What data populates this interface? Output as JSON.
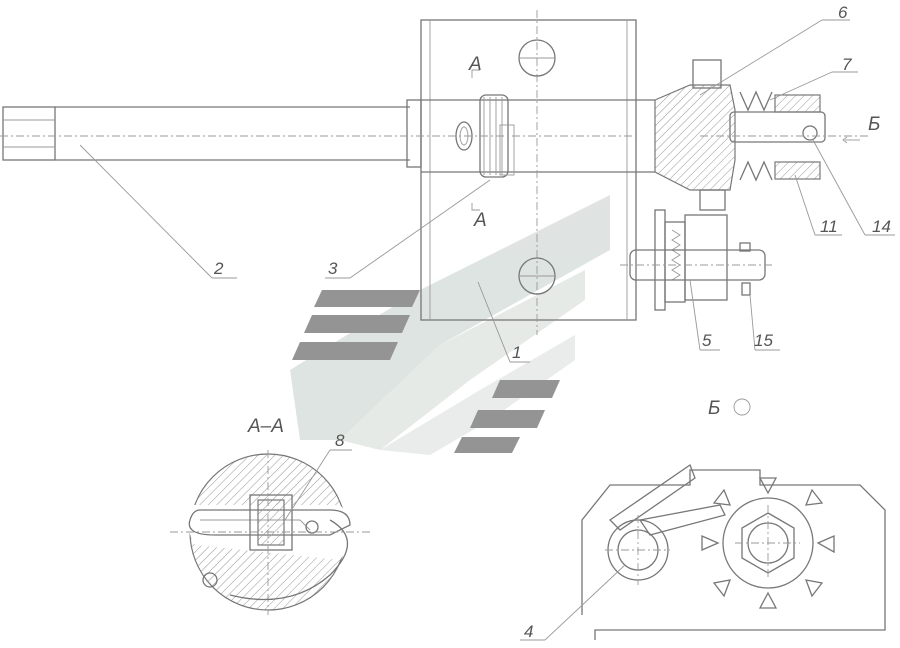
{
  "callouts": {
    "c1": "1",
    "c2": "2",
    "c3": "3",
    "c4": "4",
    "c5": "5",
    "c6": "6",
    "c7": "7",
    "c8": "8",
    "c11": "11",
    "c14": "14",
    "c15": "15"
  },
  "section_marks": {
    "a_top": "A",
    "a_bottom": "A",
    "b_arrow": "Б",
    "section_aa": "A–A",
    "view_b": "Б"
  },
  "colors": {
    "line": "#777777",
    "watermark_light": "#d5dcd8",
    "watermark_dark": "#8a8a8a"
  }
}
